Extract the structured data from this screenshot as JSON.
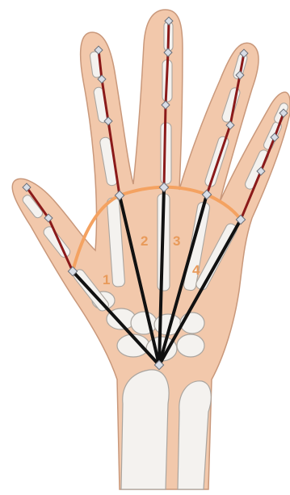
{
  "figure": {
    "colors": {
      "background": "#ffffff",
      "skin": "#f2c8ab",
      "skin_outline": "#c9987b",
      "bone": "#f4f2ef",
      "bone_outline": "#aaa59f",
      "ray": "#8b1a1a",
      "fan": "#111111",
      "arc": "#f4a261",
      "joint": "#d8dde6",
      "label": "#e89a5a"
    },
    "angle_labels": [
      "1",
      "2",
      "3",
      "4"
    ]
  }
}
